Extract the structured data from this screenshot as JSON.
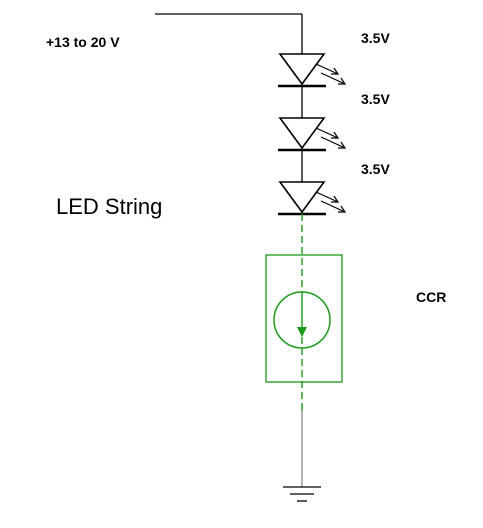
{
  "labels": {
    "supply": "+13 to 20 V",
    "led_string": "LED String",
    "ccr": "CCR"
  },
  "leds": [
    {
      "voltage": "3.5V"
    },
    {
      "voltage": "3.5V"
    },
    {
      "voltage": "3.5V"
    }
  ],
  "colors": {
    "wire": "#000000",
    "ccr": "#1a9a1a",
    "ground_wire": "#888888"
  }
}
